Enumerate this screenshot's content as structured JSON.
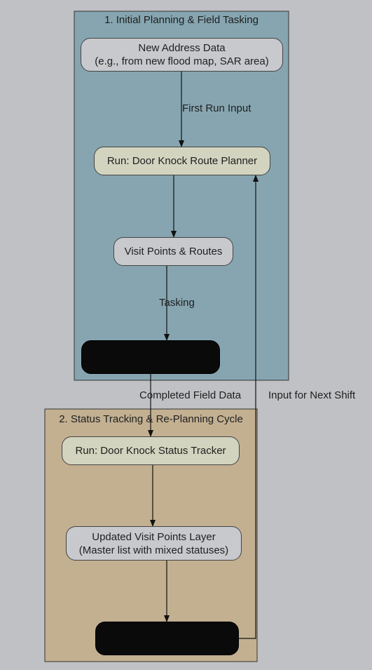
{
  "colors": {
    "background": "#c0c1c4",
    "cluster1_fill": "#86a5b0",
    "cluster2_fill": "#c3b091",
    "node_gray": "#c8c9cd",
    "node_beige": "#d3d4bf",
    "node_black": "#0a0a0a",
    "edge": "#111111"
  },
  "clusters": {
    "planning": {
      "title": "1. Initial Planning & Field Tasking"
    },
    "tracking": {
      "title": "2. Status Tracking & Re-Planning Cycle"
    }
  },
  "nodes": {
    "new_address_data": {
      "line1": "New Address Data",
      "line2": "(e.g., from new flood map, SAR area)"
    },
    "route_planner": {
      "label": "Run: Door Knock Route Planner"
    },
    "visit_points_routes": {
      "label": "Visit Points & Routes"
    },
    "status_tracker": {
      "label": "Run: Door Knock Status Tracker"
    },
    "updated_layer": {
      "line1": "Updated Visit Points Layer",
      "line2": "(Master list with mixed statuses)"
    }
  },
  "edges": {
    "first_run_input": "First Run Input",
    "tasking": "Tasking",
    "completed_field_data": "Completed Field Data",
    "input_next_shift": "Input for Next Shift"
  }
}
